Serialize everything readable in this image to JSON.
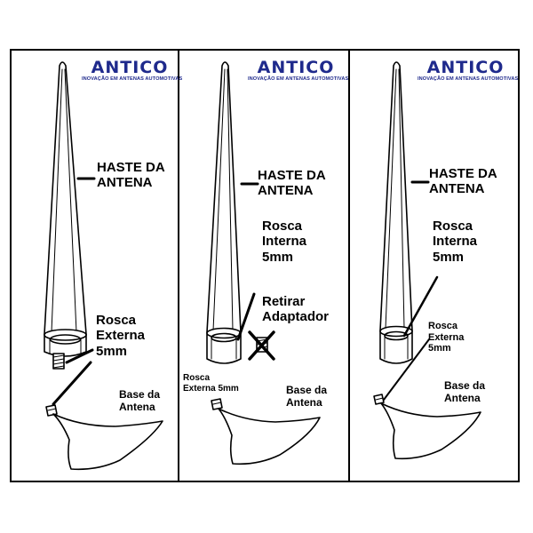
{
  "brand": {
    "name": "ANTICO",
    "tagline": "INOVAÇÃO EM ANTENAS AUTOMOTIVAS",
    "color": "#1f2a8c"
  },
  "panels": [
    {
      "haste": [
        "HASTE DA",
        "ANTENA"
      ],
      "rosca": [
        "Rosca",
        "Externa",
        "5mm"
      ],
      "base": [
        "Base da",
        "Antena"
      ]
    },
    {
      "haste": [
        "HASTE DA",
        "ANTENA"
      ],
      "rosca_interna": [
        "Rosca",
        "Interna",
        "5mm"
      ],
      "retirar": [
        "Retirar",
        "Adaptador"
      ],
      "rosca_externa": "Rosca Externa 5mm",
      "rosca_externa_lines": [
        "Rosca",
        "Externa 5mm"
      ],
      "base": [
        "Base da",
        "Antena"
      ]
    },
    {
      "haste": [
        "HASTE DA",
        "ANTENA"
      ],
      "rosca_interna": [
        "Rosca",
        "Interna",
        "5mm"
      ],
      "rosca_externa": [
        "Rosca",
        "Externa",
        "5mm"
      ],
      "base": [
        "Base da",
        "Antena"
      ]
    }
  ]
}
